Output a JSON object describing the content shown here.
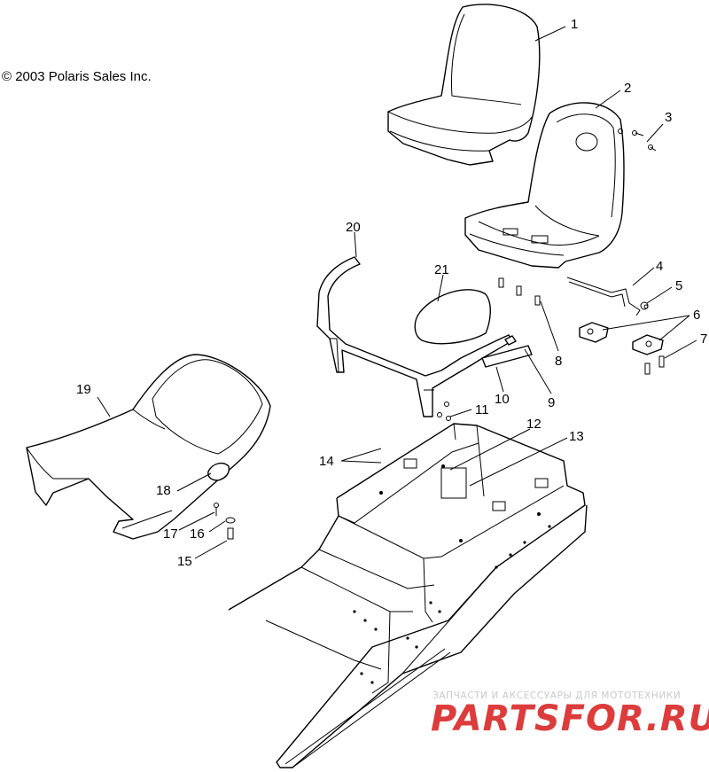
{
  "copyright": "© 2003 Polaris Sales Inc.",
  "watermark": {
    "tagline": "ЗАПЧАСТИ И АКСЕССУАРЫ ДЛЯ МОТОТЕХНИКИ",
    "logo": "PARTSFOR.RU",
    "logo_color": "#dc3c3c"
  },
  "callouts": [
    "1",
    "2",
    "3",
    "4",
    "5",
    "6",
    "7",
    "8",
    "9",
    "10",
    "11",
    "12",
    "13",
    "14",
    "15",
    "16",
    "17",
    "18",
    "19",
    "20",
    "21"
  ]
}
